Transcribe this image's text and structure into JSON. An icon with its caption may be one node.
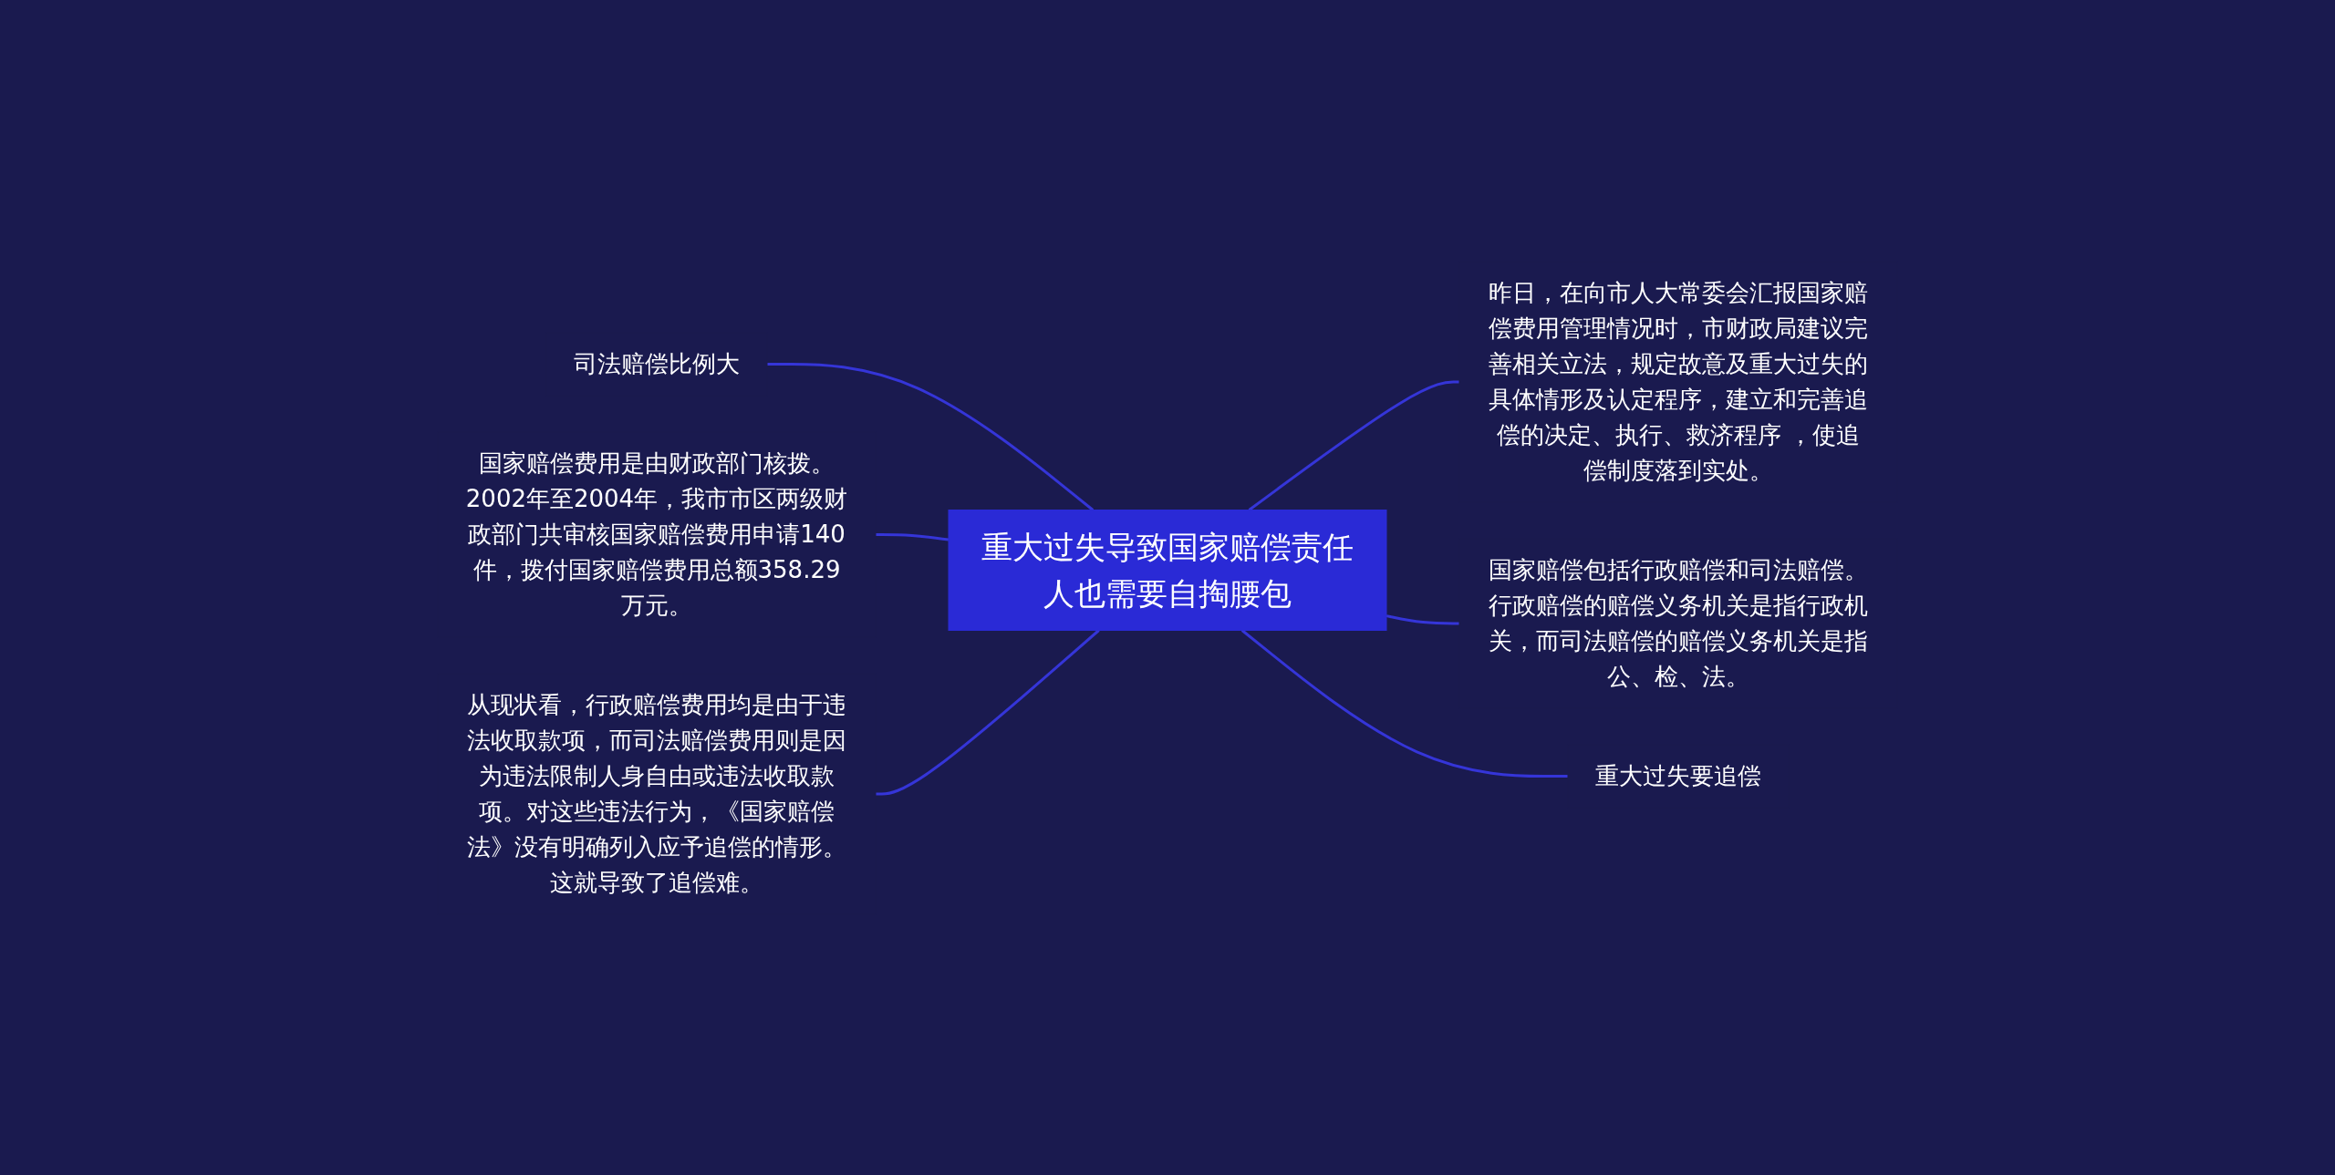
{
  "diagram": {
    "nodes": [
      {
        "text": [
          "重大过失导致国家赔偿责任人也需要自掏腰包"
        ]
      },
      {
        "text": [
          "司法赔偿比例大"
        ]
      },
      {
        "text": [
          "国家赔偿费用是由财政部门核拨。2002年至2004年，我市市区两级财政部门共审核国家赔偿费用申请140件，拨付国家赔偿费用总额358.29万元。"
        ]
      },
      {
        "text": [
          "从现状看，行政赔偿费用均是由于违法收取款项，而司法赔偿费用则是因为违法限制人身自由或违法收取款项。对这些违法行为，《国家赔偿法》没有明确列入应予追偿的情形。这就导致了追偿难。"
        ]
      },
      {
        "text": [
          "昨日，在向市人大常委会汇报国家赔偿费用管理情况时，市财政局建议完善相关立法，规定故意及重大过失的具体情形及认定程序，建立和完善追偿的决定、执行、救济程序 ，使追偿制度落到实处。"
        ]
      },
      {
        "text": [
          "国家赔偿包括行政赔偿和司法赔偿。行政赔偿的赔偿义务机关是指行政机关，而司法赔偿的赔偿义务机关是指公、检、法。"
        ]
      },
      {
        "text": [
          "重大过失要追偿"
        ]
      }
    ],
    "edges": [
      {
        "from": 1,
        "to": 0,
        "arrow": "none"
      },
      {
        "from": 2,
        "to": 0,
        "arrow": "none"
      },
      {
        "from": 3,
        "to": 0,
        "arrow": "none"
      },
      {
        "from": 0,
        "to": 4,
        "arrow": "none"
      },
      {
        "from": 0,
        "to": 5,
        "arrow": "none"
      },
      {
        "from": 0,
        "to": 6,
        "arrow": "none"
      }
    ]
  }
}
